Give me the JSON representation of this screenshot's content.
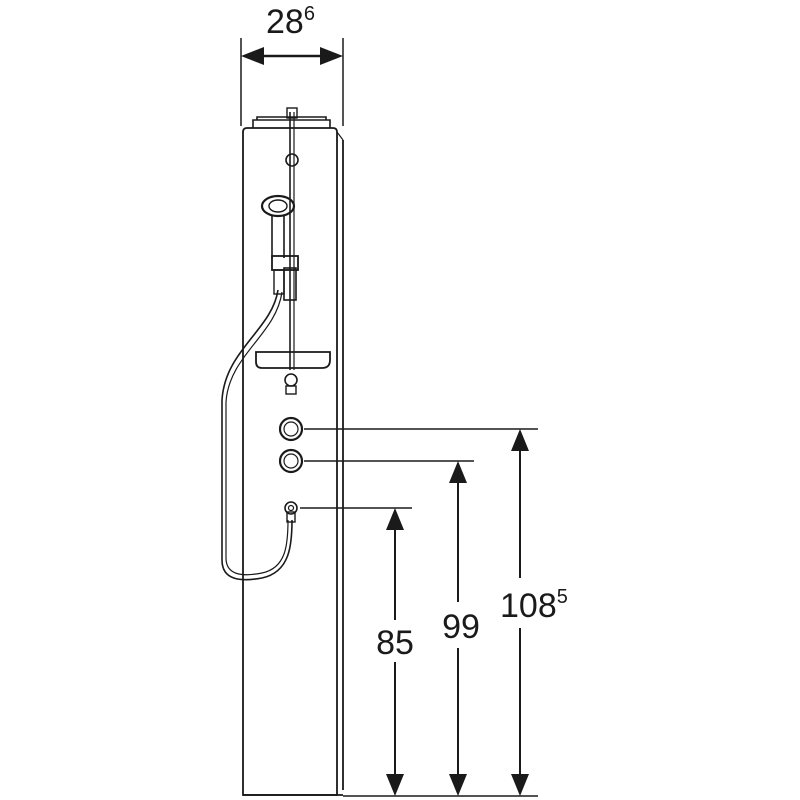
{
  "dimensions": {
    "width": {
      "main": "28",
      "sup": "6"
    },
    "height_outlet": "85",
    "height_lower_control": "99",
    "height_upper_control": {
      "main": "108",
      "sup": "5"
    }
  },
  "colors": {
    "line": "#1a1a1a",
    "background": "#ffffff"
  }
}
